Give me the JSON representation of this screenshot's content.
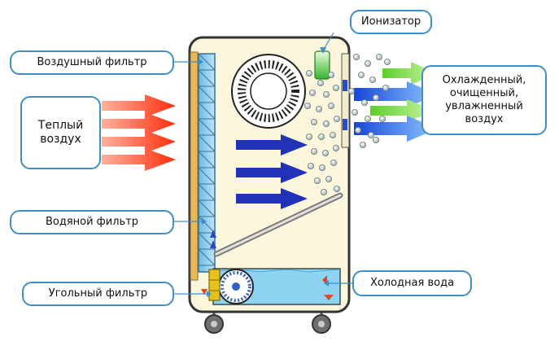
{
  "labels": {
    "ionizer": "Ионизатор",
    "air_filter": "Воздушный фильтр",
    "warm_air": "Теплый\nвоздух",
    "cooled_air": "Охлажденный,\nочищенный,\nувлажненный\nвоздух",
    "water_filter": "Водяной фильтр",
    "carbon_filter": "Угольный фильтр",
    "cold_water": "Холодная вода"
  },
  "colors": {
    "label_border": "#3f8fc4",
    "body_fill": "#fbf6dc",
    "water": "#8fd3f2",
    "warm_arrow": "#ff3a12",
    "blue_arrow": "#2232b8",
    "green_arrow": "#6fd12f"
  }
}
